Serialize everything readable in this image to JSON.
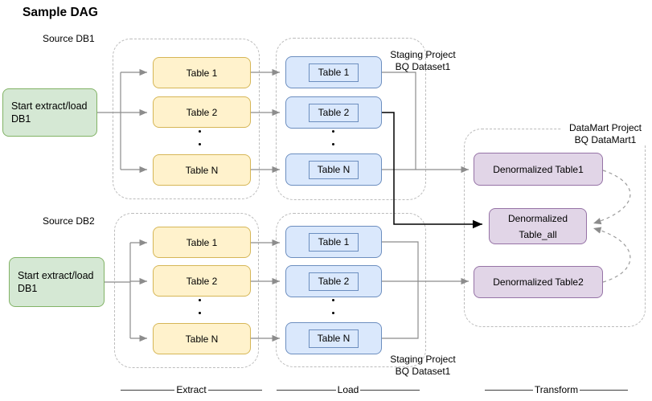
{
  "title": "Sample DAG",
  "dot": ".",
  "db1": {
    "source_label": "Source DB1",
    "start_line1": "Start extract/load",
    "start_line2": "DB1",
    "extract_tables": [
      "Table 1",
      "Table 2",
      "Table N"
    ],
    "load_tables": [
      "Table 1",
      "Table 2",
      "Table N"
    ],
    "staging_line1": "Staging Project",
    "staging_line2": "BQ Dataset1"
  },
  "db2": {
    "source_label": "Source DB2",
    "start_line1": "Start extract/load",
    "start_line2": "DB1",
    "extract_tables": [
      "Table 1",
      "Table 2",
      "Table N"
    ],
    "load_tables": [
      "Table 1",
      "Table 2",
      "Table N"
    ],
    "staging_line1": "Staging Project",
    "staging_line2": "BQ Dataset1"
  },
  "datamart": {
    "label_line1": "DataMart Project",
    "label_line2": "BQ DataMart1",
    "table1": "Denormalized Table1",
    "table_all_line1": "Denormalized",
    "table_all_line2": "Table_all",
    "table2": "Denormalized Table2"
  },
  "stages": {
    "extract": "Extract",
    "load": "Load",
    "transform": "Transform"
  },
  "colors": {
    "green_fill": "#d5e8d4",
    "green_border": "#82b366",
    "yellow_fill": "#fff2cc",
    "yellow_border": "#d6b656",
    "blue_fill": "#dae8fc",
    "blue_border": "#6c8ebf",
    "purple_fill": "#e1d5e7",
    "purple_border": "#9673a6",
    "arrow_gray": "#8c8c8c",
    "arrow_black": "#000000",
    "container_dash": "#bcbcbc"
  }
}
